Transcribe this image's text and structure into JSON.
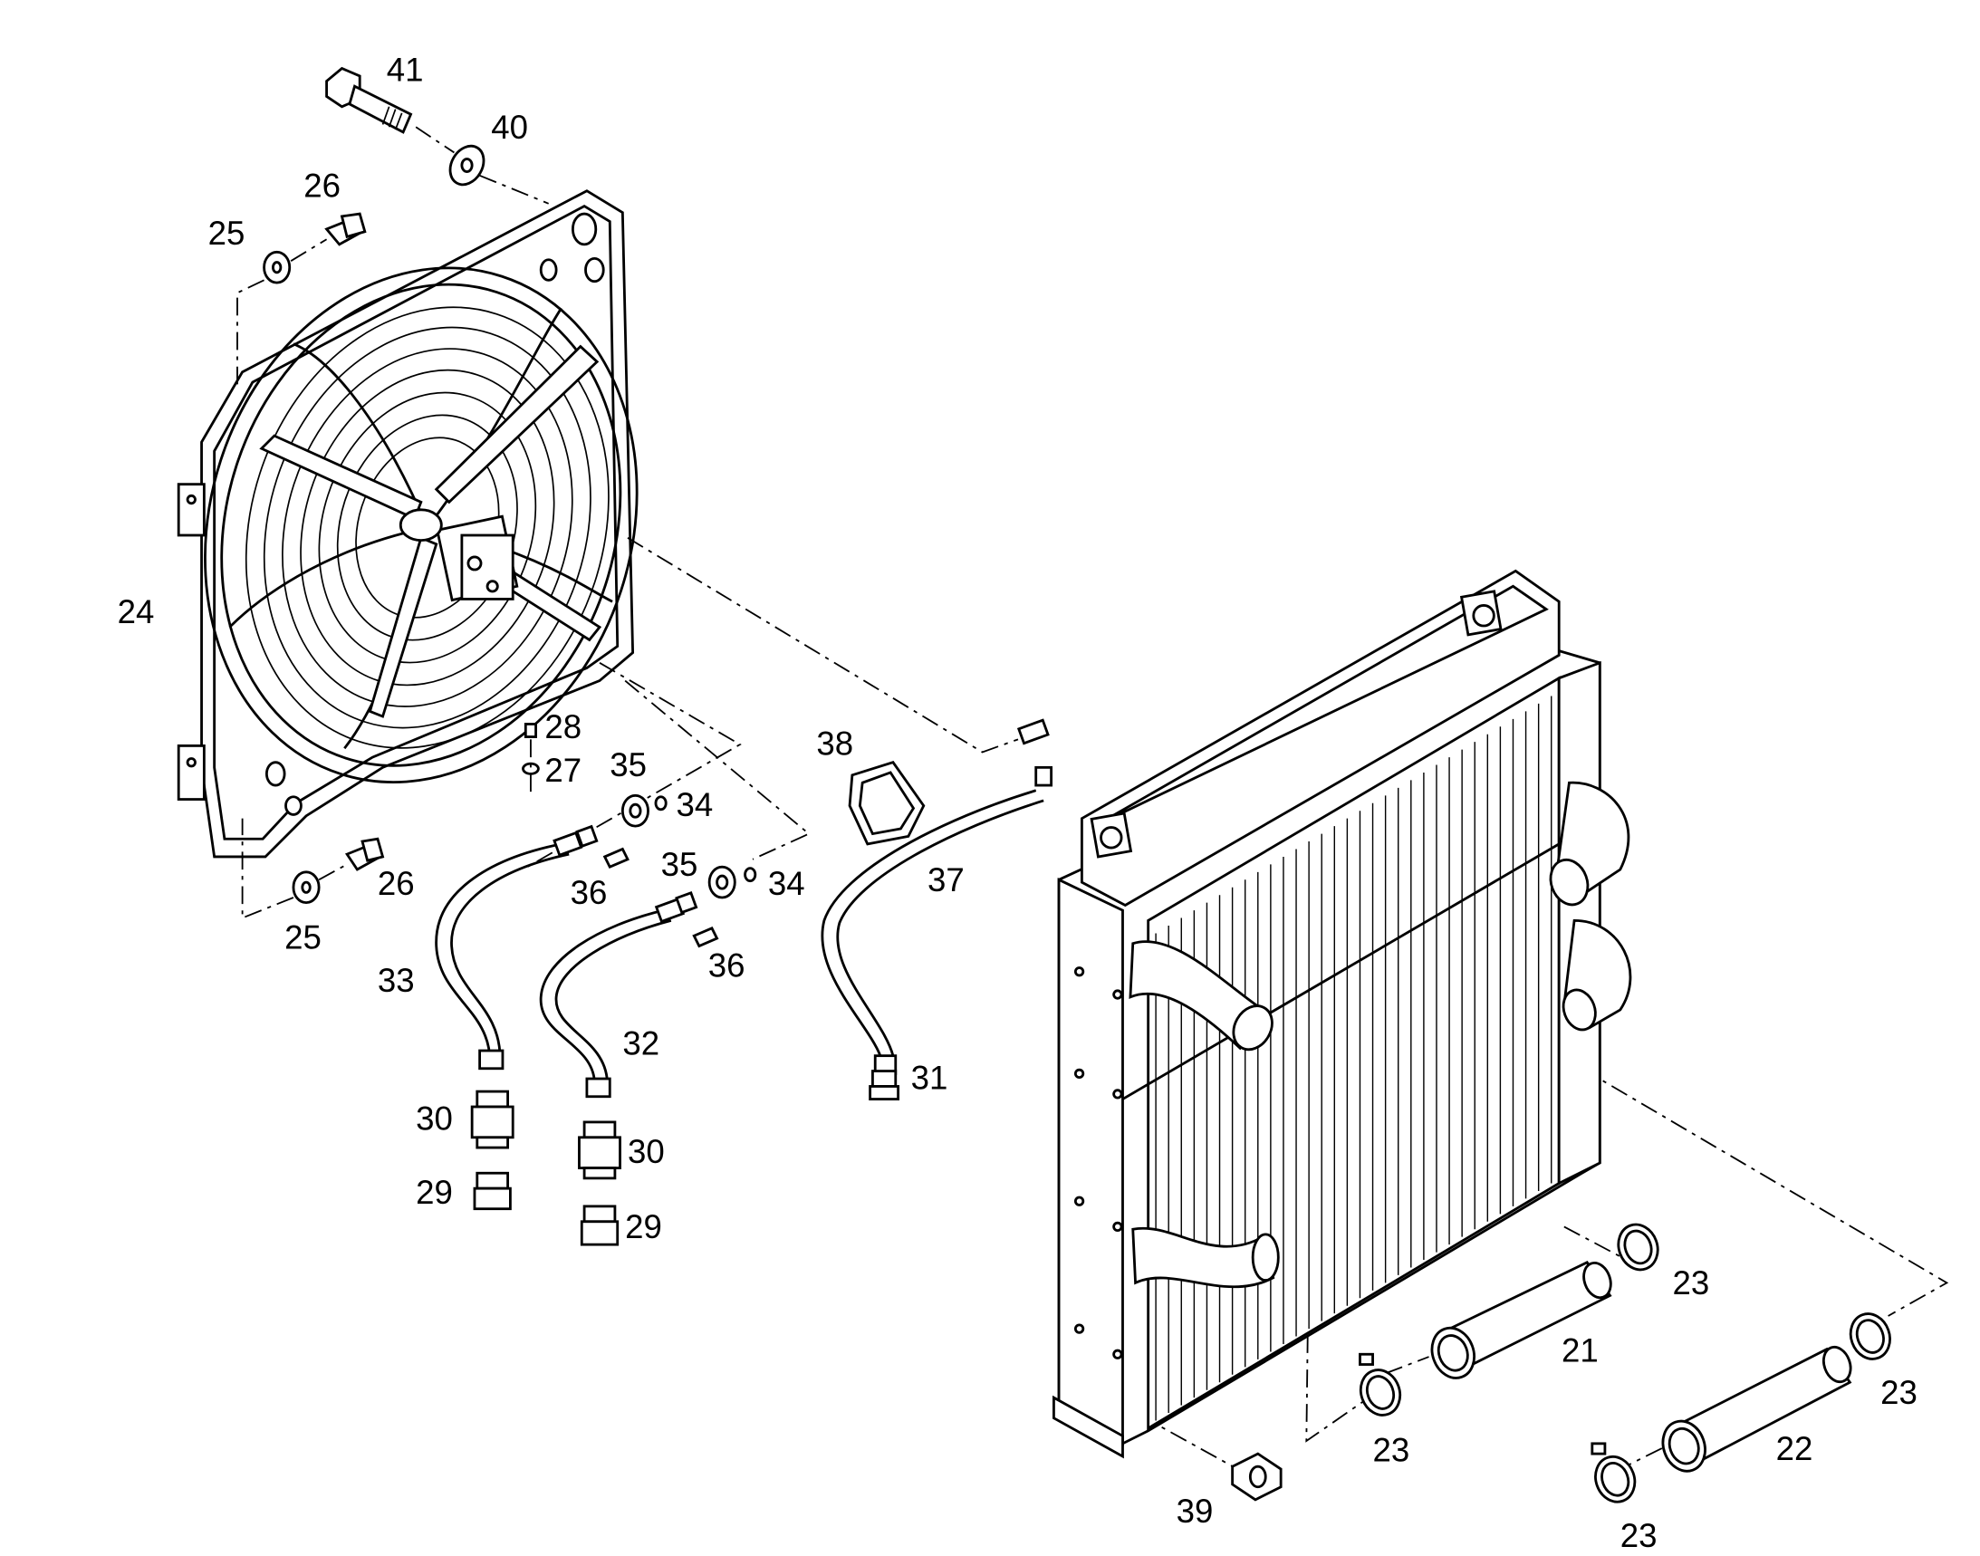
{
  "diagram": {
    "part_labels": {
      "p21": "21",
      "p22": "22",
      "p23_a": "23",
      "p23_b": "23",
      "p23_c": "23",
      "p23_d": "23",
      "p24": "24",
      "p25_a": "25",
      "p25_b": "25",
      "p26_a": "26",
      "p26_b": "26",
      "p27": "27",
      "p28": "28",
      "p29_a": "29",
      "p29_b": "29",
      "p30_a": "30",
      "p30_b": "30",
      "p31": "31",
      "p32": "32",
      "p33": "33",
      "p34_a": "34",
      "p34_b": "34",
      "p35_a": "35",
      "p35_b": "35",
      "p36_a": "36",
      "p36_b": "36",
      "p37": "37",
      "p38": "38",
      "p39": "39",
      "p40": "40",
      "p41": "41"
    },
    "icons": [
      "fan-assembly",
      "radiator-core",
      "hydraulic-hose",
      "hose-clamp",
      "fitting"
    ]
  }
}
